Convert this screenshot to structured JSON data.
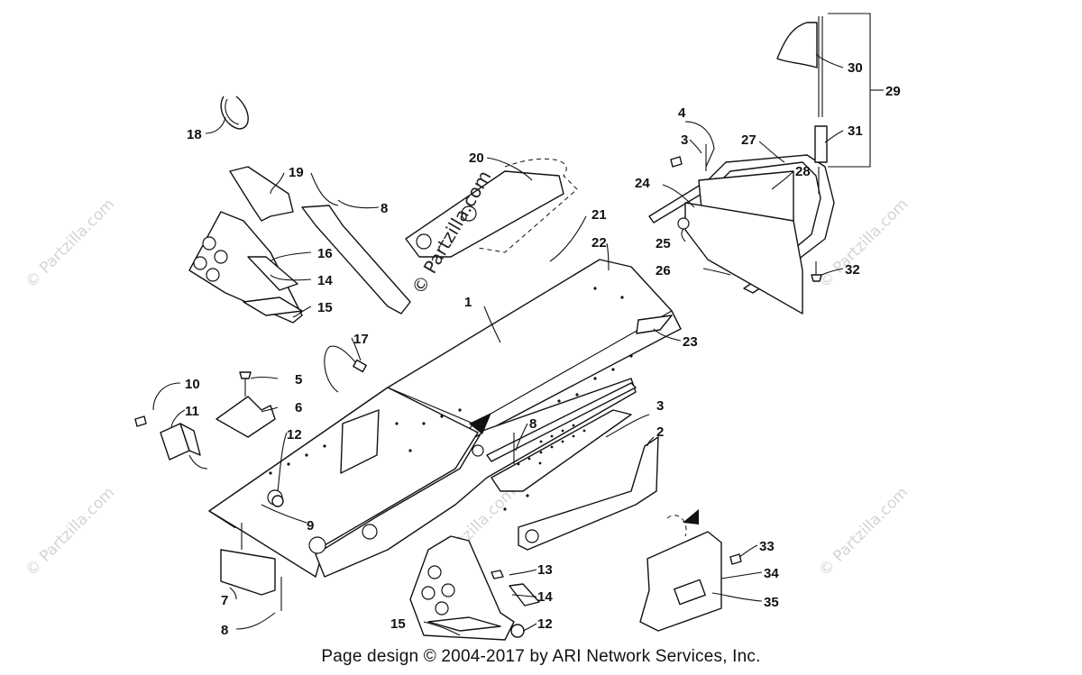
{
  "watermarks": {
    "main": "© Partzilla.com",
    "side": "© Partzilla.com"
  },
  "callouts": {
    "c1": "1",
    "c2": "2",
    "c3a": "3",
    "c3b": "3",
    "c4": "4",
    "c5": "5",
    "c6": "6",
    "c7": "7",
    "c8a": "8",
    "c8b": "8",
    "c8c": "8",
    "c9": "9",
    "c10": "10",
    "c11": "11",
    "c12a": "12",
    "c12b": "12",
    "c13": "13",
    "c14a": "14",
    "c14b": "14",
    "c15a": "15",
    "c15b": "15",
    "c16": "16",
    "c17": "17",
    "c18": "18",
    "c19": "19",
    "c20": "20",
    "c21": "21",
    "c22": "22",
    "c23": "23",
    "c24": "24",
    "c25": "25",
    "c26": "26",
    "c27": "27",
    "c28": "28",
    "c29": "29",
    "c30": "30",
    "c31": "31",
    "c32": "32",
    "c33": "33",
    "c34": "34",
    "c35": "35"
  },
  "footer": "Page design © 2004-2017 by ARI Network Services, Inc."
}
